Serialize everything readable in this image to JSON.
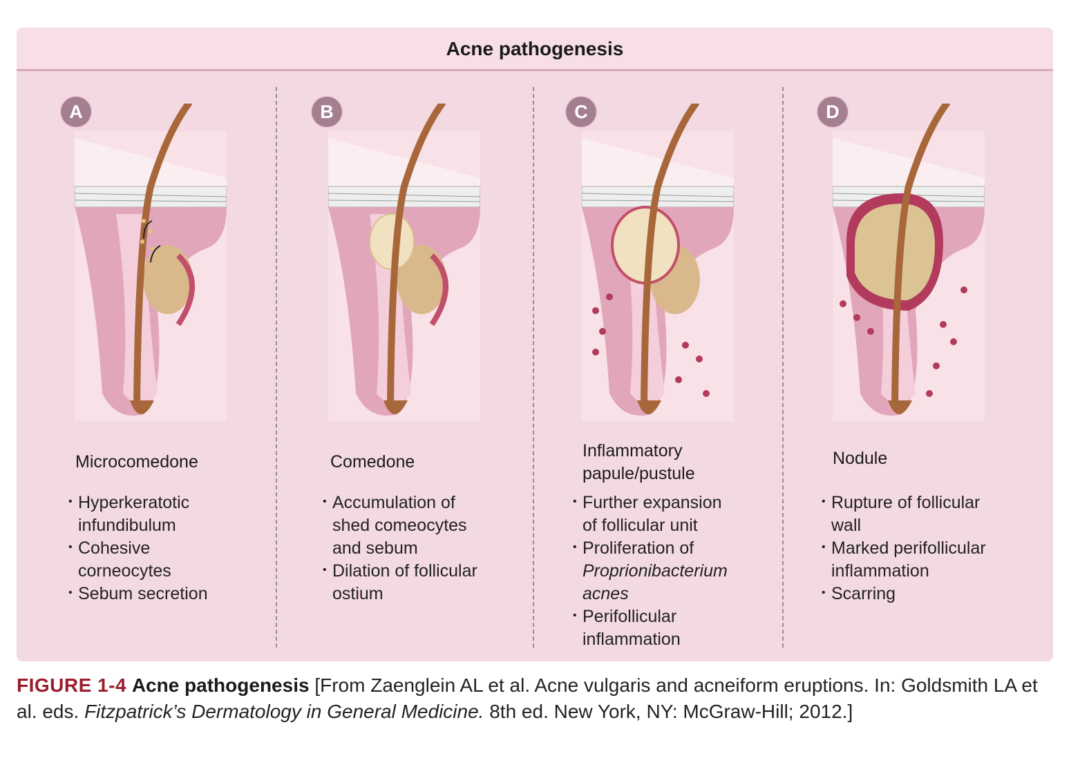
{
  "header": {
    "title": "Acne pathogenesis"
  },
  "stages": [
    {
      "letter": "A",
      "title": "Microcomedone",
      "bullets": [
        {
          "text": "Hyperkeratotic\ninfundibulum",
          "italic": false
        },
        {
          "text": "Cohesive\ncorneocytes",
          "italic": false
        },
        {
          "text": "Sebum secretion",
          "italic": false
        }
      ]
    },
    {
      "letter": "B",
      "title": "Comedone",
      "bullets": [
        {
          "text": "Accumulation of\nshed comeocytes\nand sebum",
          "italic": false
        },
        {
          "text": "Dilation of follicular\nostium",
          "italic": false
        }
      ]
    },
    {
      "letter": "C",
      "title": "Inflammatory\npapule/pustule",
      "bullets": [
        {
          "text": "Further expansion\nof follicular unit",
          "italic": false
        },
        {
          "text": "Proliferation of",
          "italic": false,
          "cont": "Proprionibacterium\nacnes"
        },
        {
          "text": "Perifollicular\ninflammation",
          "italic": false
        }
      ]
    },
    {
      "letter": "D",
      "title": "Nodule",
      "bullets": [
        {
          "text": "Rupture of follicular\nwall",
          "italic": false
        },
        {
          "text": "Marked perifollicular\ninflammation",
          "italic": false
        },
        {
          "text": "Scarring",
          "italic": false
        }
      ]
    }
  ],
  "caption": {
    "label": "FIGURE 1-4",
    "title": "Acne pathogenesis",
    "source_pre": "[From Zaenglein AL et al. Acne vulgaris and acneiform eruptions. In: Goldsmith LA et al. eds.",
    "source_book": "Fitzpatrick’s Dermatology in General Medicine.",
    "source_post": "8th ed. New York, NY: McGraw-Hill; 2012.]"
  },
  "colors": {
    "panel_bg": "#f3d9e2",
    "badge": "#a47f90",
    "figure_label": "#9b1c2c",
    "hair": "#a7673a",
    "inflammation": "#b23a5c"
  },
  "icons": [
    "hair-follicle-illustration",
    "inflammatory-cell-dots",
    "keratin-arrows"
  ]
}
